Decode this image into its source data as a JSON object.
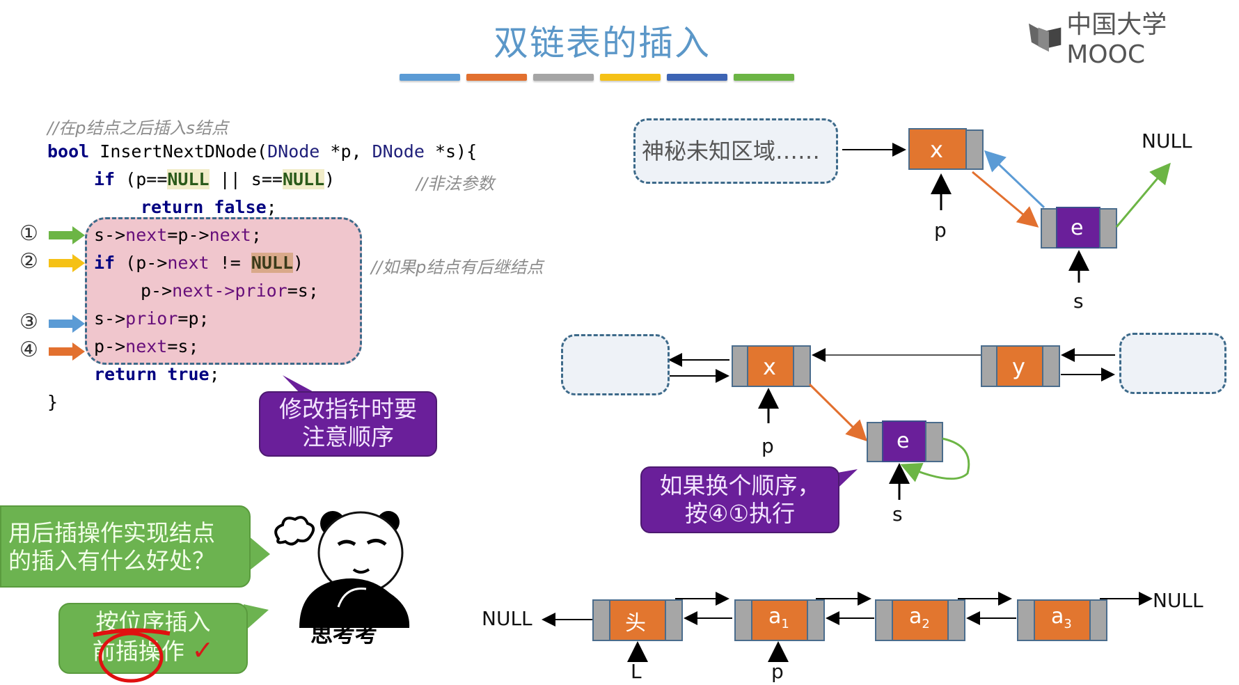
{
  "slide": {
    "title": "双链表的插入",
    "accent_bars": [
      "#5b9bd5",
      "#e2702f",
      "#a5a5a5",
      "#f5c116",
      "#3d64b4",
      "#6cb545"
    ]
  },
  "logo": {
    "text": "中国大学MOOC",
    "icon": "book-logo-icon"
  },
  "code": {
    "comment_header": "//在p结点之后插入s结点",
    "signature": {
      "kw": "bool",
      "name": " InsertNextDNode(",
      "type1": "DNode",
      "p1": " *p, ",
      "type2": "DNode",
      "p2": " *s){"
    },
    "if_line": {
      "kw": "if",
      "a": " (p==",
      "null1": "NULL",
      "b": " || s==",
      "null2": "NULL",
      "c": ")",
      "comment": "//非法参数"
    },
    "return_false": {
      "kw": "return false",
      "end": ";"
    },
    "steps": [
      {
        "marker": "①",
        "color": "#6cb545",
        "text_a": "s->",
        "field_a": "next",
        "text_b": "=p->",
        "field_b": "next",
        "text_c": ";"
      },
      {
        "marker": "②",
        "color": "#f5c116",
        "kw": "if",
        "text_a": " (p->",
        "field_a": "next",
        "text_b": " != ",
        "null": "NULL",
        "text_c": ")",
        "comment": "//如果p结点有后继结点"
      },
      {
        "marker": "",
        "text_a": "p->",
        "field_a": "next->prior",
        "text_b": "=s;"
      },
      {
        "marker": "③",
        "color": "#5b9bd5",
        "text_a": "s->",
        "field_a": "prior",
        "text_b": "=p;"
      },
      {
        "marker": "④",
        "color": "#e2702f",
        "text_a": "p->",
        "field_a": "next",
        "text_b": "=s;"
      }
    ],
    "return_true": {
      "kw": "return true",
      "end": ";"
    },
    "closing": "}"
  },
  "callouts": {
    "order_warning": [
      "修改指针时要",
      "注意顺序"
    ],
    "swap_order": [
      "如果换个顺序，",
      "按④①执行"
    ],
    "question": [
      "用后插操作实现结点",
      "的插入有什么好处？"
    ],
    "answer": [
      "按位序插入",
      "前插操作"
    ],
    "check_mark": "✓",
    "meme_caption": "思考考"
  },
  "diagram_top": {
    "unknown_region": "神秘未知区域……",
    "node_x": "x",
    "node_e": "e",
    "pointer_p": "p",
    "pointer_s": "s",
    "null_label": "NULL"
  },
  "diagram_mid": {
    "node_x": "x",
    "node_y": "y",
    "node_e": "e",
    "pointer_p": "p",
    "pointer_s": "s"
  },
  "diagram_bottom": {
    "null_left": "NULL",
    "null_right": "NULL",
    "nodes": [
      "头",
      "a",
      "a",
      "a"
    ],
    "subscripts": [
      "",
      "1",
      "2",
      "3"
    ],
    "pointer_L": "L",
    "pointer_p": "p"
  }
}
